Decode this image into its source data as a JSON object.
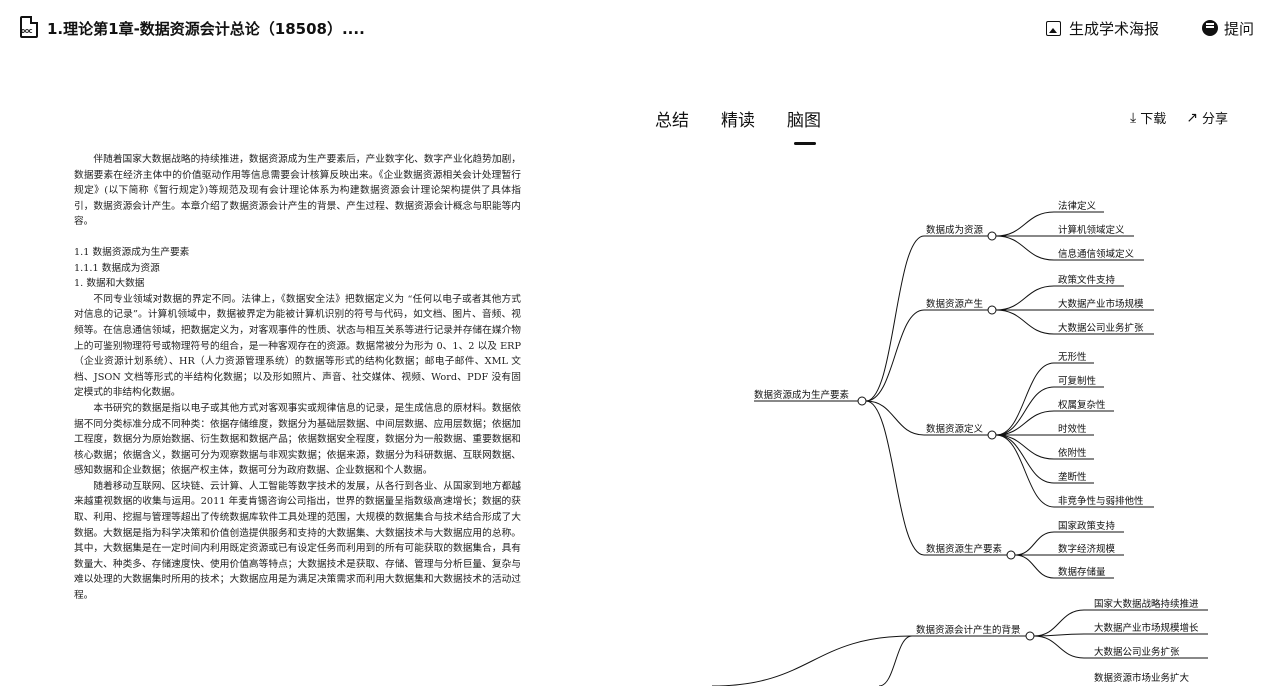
{
  "header": {
    "title": "1.理论第1章-数据资源会计总论（18508）....",
    "doc_icon_label": "DOC",
    "poster_label": "生成学术海报",
    "ask_label": "提问"
  },
  "tabs": [
    {
      "label": "总结",
      "active": false
    },
    {
      "label": "精读",
      "active": false
    },
    {
      "label": "脑图",
      "active": true
    }
  ],
  "actions": {
    "download_label": "下载",
    "share_label": "分享"
  },
  "document": {
    "intro": "伴随着国家大数据战略的持续推进，数据资源成为生产要素后，产业数字化、数字产业化趋势加剧，数据要素在经济主体中的价值驱动作用等信息需要会计核算反映出来。《企业数据资源相关会计处理暂行规定》(以下简称《暂行规定》)等规范及现有会计理论体系为构建数据资源会计理论架构提供了具体指引，数据资源会计产生。本章介绍了数据资源会计产生的背景、产生过程、数据资源会计概念与职能等内容。",
    "h1": "1.1  数据资源成为生产要素",
    "h2": "1.1.1  数据成为资源",
    "h3": "1.  数据和大数据",
    "p1": "不同专业领域对数据的界定不同。法律上，《数据安全法》把数据定义为 “任何以电子或者其他方式对信息的记录”。计算机领域中，数据被界定为能被计算机识别的符号与代码，如文档、图片、音频、视频等。在信息通信领域，把数据定义为，对客观事件的性质、状态与相互关系等进行记录并存储在媒介物上的可鉴别物理符号或物理符号的组合，是一种客观存在的资源。数据常被分为形为 0、1、2 以及 ERP（企业资源计划系统）、HR（人力资源管理系统）的数据等形式的结构化数据；邮电子邮件、XML 文档、JSON 文档等形式的半结构化数据；以及形如照片、声音、社交媒体、视频、Word、PDF 没有固定模式的非结构化数据。",
    "p2": "本书研究的数据是指以电子或其他方式对客观事实或规律信息的记录，是生成信息的原材料。数据依据不同分类标准分成不同种类：依据存储维度，数据分为基础层数据、中间层数据、应用层数据；依据加工程度，数据分为原始数据、衍生数据和数据产品；依据数据安全程度，数据分为一般数据、重要数据和核心数据；依据含义，数据可分为观察数据与非观实数据；依据来源，数据分为科研数据、互联网数据、感知数据和企业数据；依据产权主体，数据可分为政府数据、企业数据和个人数据。",
    "p3": "随着移动互联网、区块链、云计算、人工智能等数字技术的发展，从各行到各业、从国家到地方都越来越重视数据的收集与运用。2011 年麦肯锡咨询公司指出，世界的数据量呈指数级高速增长；数据的获取、利用、挖掘与管理等超出了传统数据库软件工具处理的范围，大规模的数据集合与技术结合形成了大数据。大数据是指为科学决策和价值创造提供服务和支持的大数据集、大数据技术与大数据应用的总称。其中，大数据集是在一定时间内利用既定资源或已有设定任务而利用到的所有可能获取的数据集合，具有数量大、种类多、存储速度快、使用价值高等特点；大数据技术是获取、存储、管理与分析巨量、复杂与难以处理的大数据集时所用的技术；大数据应用是为满足决策需求而利用大数据集和大数据技术的活动过程。"
  },
  "mindmap": {
    "root": "数据资源成为生产要素",
    "branches": [
      {
        "label": "数据成为资源",
        "children": [
          "法律定义",
          "计算机领域定义",
          "信息通信领域定义"
        ]
      },
      {
        "label": "数据资源产生",
        "children": [
          "政策文件支持",
          "大数据产业市场规模",
          "大数据公司业务扩张"
        ]
      },
      {
        "label": "数据资源定义",
        "children": [
          "无形性",
          "可复制性",
          "权属复杂性",
          "时效性",
          "依附性",
          "垄断性",
          "非竞争性与弱排他性"
        ]
      },
      {
        "label": "数据资源生产要素",
        "children": [
          "国家政策支持",
          "数字经济规模",
          "数据存储量"
        ]
      }
    ],
    "second_root": "数据资源会计产生的背景",
    "second_children": [
      "国家大数据战略持续推进",
      "大数据产业市场规模增长",
      "大数据公司业务扩张",
      "数据资源市场业务扩大"
    ]
  }
}
